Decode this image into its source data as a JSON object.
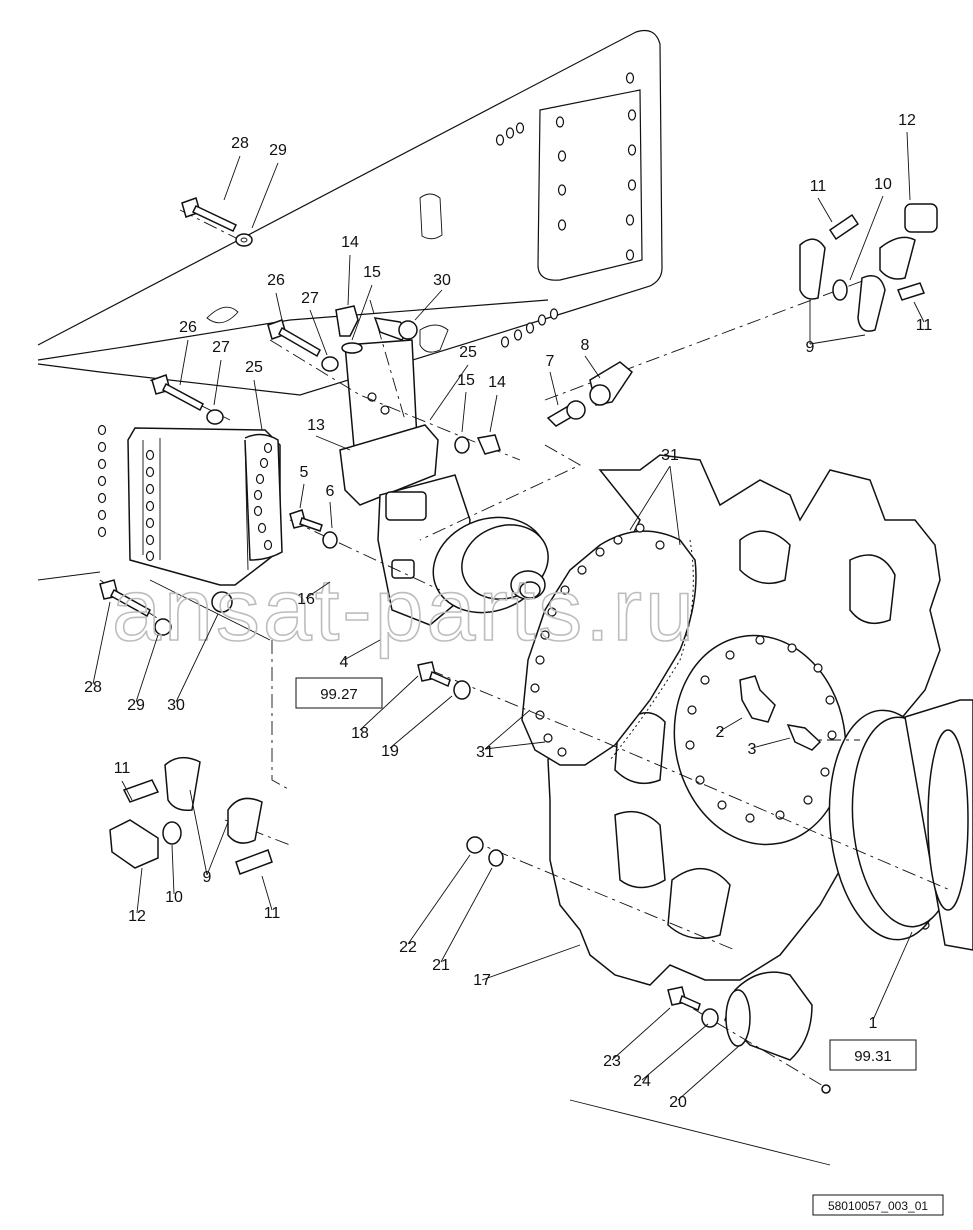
{
  "diagram": {
    "drawing_id": "58010057_003_01",
    "watermark": "ansat-parts.ru",
    "reference_boxes": [
      "99.27",
      "99.31"
    ],
    "callouts": [
      {
        "id": "c28a",
        "label": "28"
      },
      {
        "id": "c29a",
        "label": "29"
      },
      {
        "id": "c14a",
        "label": "14"
      },
      {
        "id": "c15a",
        "label": "15"
      },
      {
        "id": "c30a",
        "label": "30"
      },
      {
        "id": "c26a",
        "label": "26"
      },
      {
        "id": "c27a",
        "label": "27"
      },
      {
        "id": "c26b",
        "label": "26"
      },
      {
        "id": "c27b",
        "label": "27"
      },
      {
        "id": "c25a",
        "label": "25"
      },
      {
        "id": "c25b",
        "label": "25"
      },
      {
        "id": "c15b",
        "label": "15"
      },
      {
        "id": "c14b",
        "label": "14"
      },
      {
        "id": "c13",
        "label": "13"
      },
      {
        "id": "c5",
        "label": "5"
      },
      {
        "id": "c6",
        "label": "6"
      },
      {
        "id": "c16",
        "label": "16"
      },
      {
        "id": "c4",
        "label": "4"
      },
      {
        "id": "c28b",
        "label": "28"
      },
      {
        "id": "c29b",
        "label": "29"
      },
      {
        "id": "c30b",
        "label": "30"
      },
      {
        "id": "c7",
        "label": "7"
      },
      {
        "id": "c8",
        "label": "8"
      },
      {
        "id": "c12a",
        "label": "12"
      },
      {
        "id": "c11a",
        "label": "11"
      },
      {
        "id": "c10a",
        "label": "10"
      },
      {
        "id": "c11b",
        "label": "11"
      },
      {
        "id": "c9a",
        "label": "9"
      },
      {
        "id": "c31a",
        "label": "31"
      },
      {
        "id": "c31b",
        "label": "31"
      },
      {
        "id": "c18",
        "label": "18"
      },
      {
        "id": "c19",
        "label": "19"
      },
      {
        "id": "c2",
        "label": "2"
      },
      {
        "id": "c3",
        "label": "3"
      },
      {
        "id": "c11c",
        "label": "11"
      },
      {
        "id": "c12b",
        "label": "12"
      },
      {
        "id": "c10b",
        "label": "10"
      },
      {
        "id": "c9b",
        "label": "9"
      },
      {
        "id": "c11d",
        "label": "11"
      },
      {
        "id": "c22",
        "label": "22"
      },
      {
        "id": "c21",
        "label": "21"
      },
      {
        "id": "c17",
        "label": "17"
      },
      {
        "id": "c1",
        "label": "1"
      },
      {
        "id": "c23",
        "label": "23"
      },
      {
        "id": "c24",
        "label": "24"
      },
      {
        "id": "c20",
        "label": "20"
      }
    ]
  }
}
